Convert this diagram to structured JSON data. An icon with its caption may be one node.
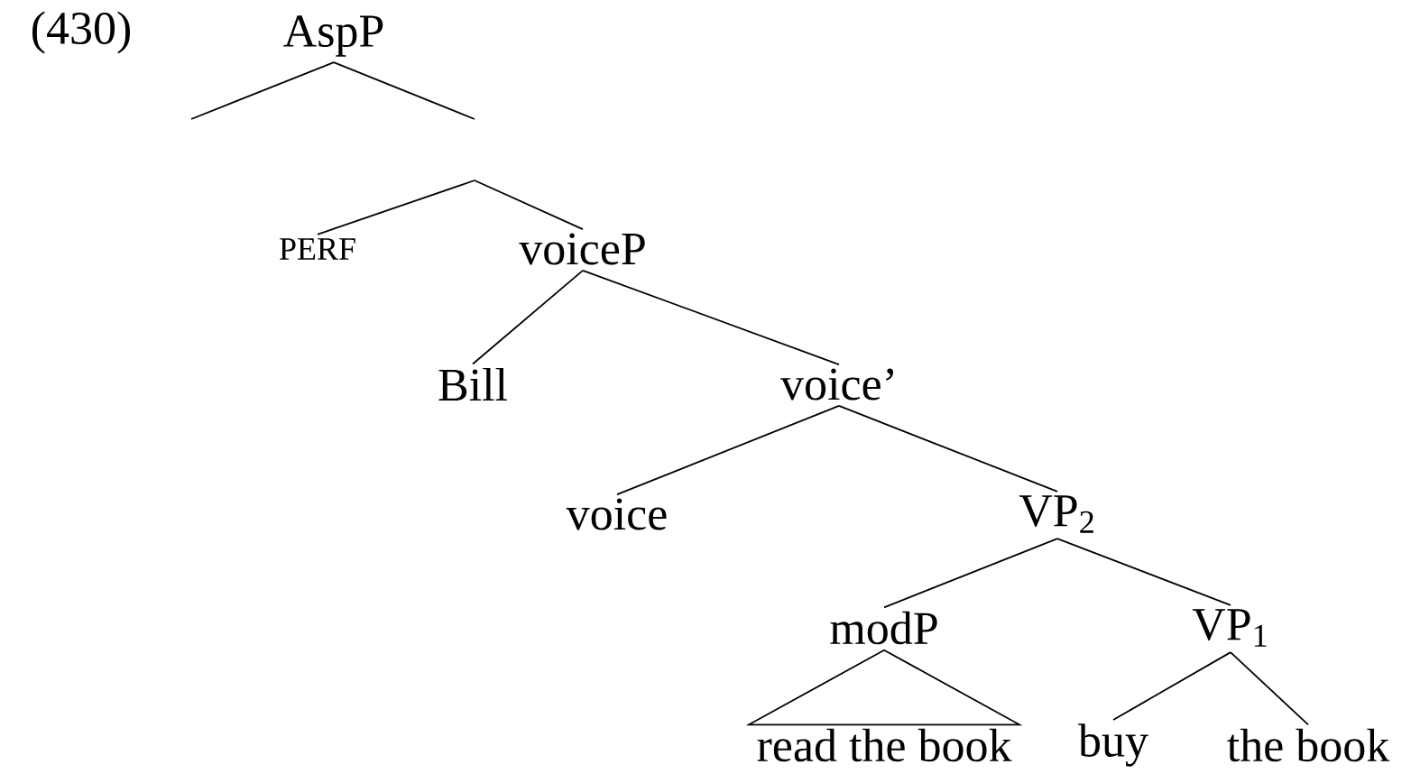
{
  "diagram": {
    "nodes": [
      {
        "text": [
          "AspP"
        ]
      },
      {
        "text": [
          "PERF"
        ]
      },
      {
        "text": [
          "voiceP"
        ]
      },
      {
        "text": [
          "Bill"
        ]
      },
      {
        "text": [
          "voice’"
        ]
      },
      {
        "text": [
          "voice"
        ]
      },
      {
        "text": [
          "VP$_{2}$"
        ]
      },
      {
        "text": [
          "modP"
        ]
      },
      {
        "text": [
          "VP$_{1}$"
        ]
      },
      {
        "text": [
          "read the book"
        ]
      },
      {
        "text": [
          "buy"
        ]
      },
      {
        "text": [
          "the book"
        ]
      }
    ],
    "edges": [
      {
        "from": 0,
        "to": null,
        "arrow": "none"
      },
      {
        "from": 0,
        "to": null,
        "arrow": "none"
      },
      {
        "from": null,
        "to": 1,
        "arrow": "none"
      },
      {
        "from": null,
        "to": 2,
        "arrow": "none"
      },
      {
        "from": 2,
        "to": 3,
        "arrow": "none"
      },
      {
        "from": 2,
        "to": 4,
        "arrow": "none"
      },
      {
        "from": 4,
        "to": 5,
        "arrow": "none"
      },
      {
        "from": 4,
        "to": 6,
        "arrow": "none"
      },
      {
        "from": 6,
        "to": 7,
        "arrow": "none"
      },
      {
        "from": 6,
        "to": 8,
        "arrow": "none"
      },
      {
        "from": 7,
        "to": 9,
        "arrow": "none"
      },
      {
        "from": 8,
        "to": 10,
        "arrow": "none"
      },
      {
        "from": 8,
        "to": 11,
        "arrow": "none"
      }
    ],
    "labels": [
      "(430)"
    ]
  }
}
